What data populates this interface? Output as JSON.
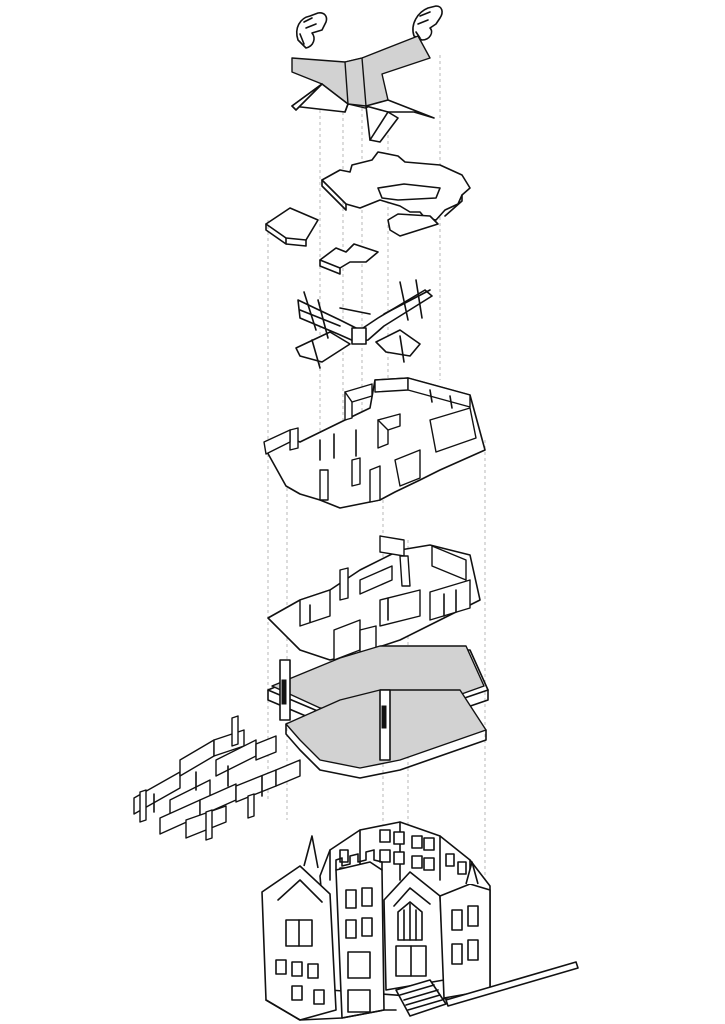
{
  "figure": {
    "type": "exploded-axonometric-diagram",
    "layers": [
      "hands-holding-roof",
      "roof",
      "roof-deck-slab",
      "attic-floor-pieces",
      "roof-truss-framing",
      "upper-floor-walls",
      "middle-floor-walls-and-slabs",
      "ground-floor-slabs",
      "lower-walls-offset",
      "assembled-church-building"
    ]
  }
}
